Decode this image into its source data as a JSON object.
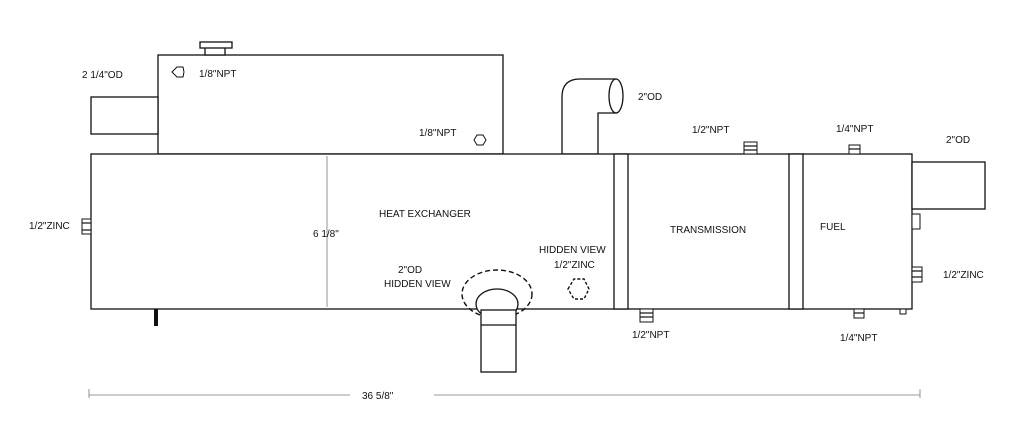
{
  "labels": {
    "inlet_od": "2 1/4\"OD",
    "npt_top_left": "1/8\"NPT",
    "npt_top_right": "1/8\"NPT",
    "elbow_od": "2\"OD",
    "heat_exchanger": "HEAT EXCHANGER",
    "height_dim": "6 1/8\"",
    "zinc_left": "1/2\"ZINC",
    "hidden_od": "2\"OD",
    "hidden_view_1": "HIDDEN VIEW",
    "hidden_view_2": "HIDDEN VIEW",
    "zinc_hidden": "1/2\"ZINC",
    "transmission": "TRANSMISSION",
    "npt_trans_top": "1/2\"NPT",
    "npt_trans_bottom": "1/2\"NPT",
    "fuel": "FUEL",
    "npt_fuel_top": "1/4\"NPT",
    "npt_fuel_bottom": "1/4\"NPT",
    "outlet_od": "2\"OD",
    "zinc_right": "1/2\"ZINC",
    "length_dim": "36 5/8\""
  }
}
